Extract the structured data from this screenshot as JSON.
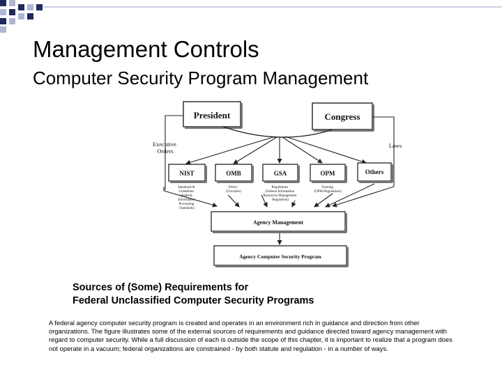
{
  "slide": {
    "title": "Management Controls",
    "subtitle": "Computer Security Program Management"
  },
  "diagram": {
    "top_nodes": {
      "president": "President",
      "congress": "Congress"
    },
    "side_labels": {
      "executive_orders": [
        "Executive",
        "Orders"
      ],
      "laws": "Laws"
    },
    "agencies": [
      {
        "label": "NIST",
        "sublabel": [
          "Standards &",
          "Guidelines",
          "(Federal",
          "Information",
          "Processing",
          "Standards)"
        ]
      },
      {
        "label": "OMB",
        "sublabel": [
          "Policy",
          "(Circulars)"
        ]
      },
      {
        "label": "GSA",
        "sublabel": [
          "Regulations",
          "(Federal Information",
          "Resources Management",
          "Regulation)"
        ]
      },
      {
        "label": "OPM",
        "sublabel": [
          "Training",
          "(OPM Regulations)"
        ]
      },
      {
        "label": "Others",
        "sublabel": []
      }
    ],
    "agency_management": "Agency Management",
    "agency_program": "Agency Computer Security Program"
  },
  "caption": {
    "line1": "Sources of (Some) Requirements for",
    "line2": "Federal Unclassified Computer Security Programs"
  },
  "body_text": "A federal agency computer security program is created and operates in an environment rich in guidance and direction from other organizations. The figure illustrates some of the external sources of requirements and guidance directed toward agency management with regard to computer security. While a full discussion of each is outside the scope of this chapter, it is important to realize that a program does not operate in a vacuum; federal organizations are constrained - by both statute and regulation - in a number of ways.",
  "colors": {
    "deco_dark": "#1e2a5e",
    "deco_light": "#aeb6d2",
    "rule": "#c8cde0"
  }
}
